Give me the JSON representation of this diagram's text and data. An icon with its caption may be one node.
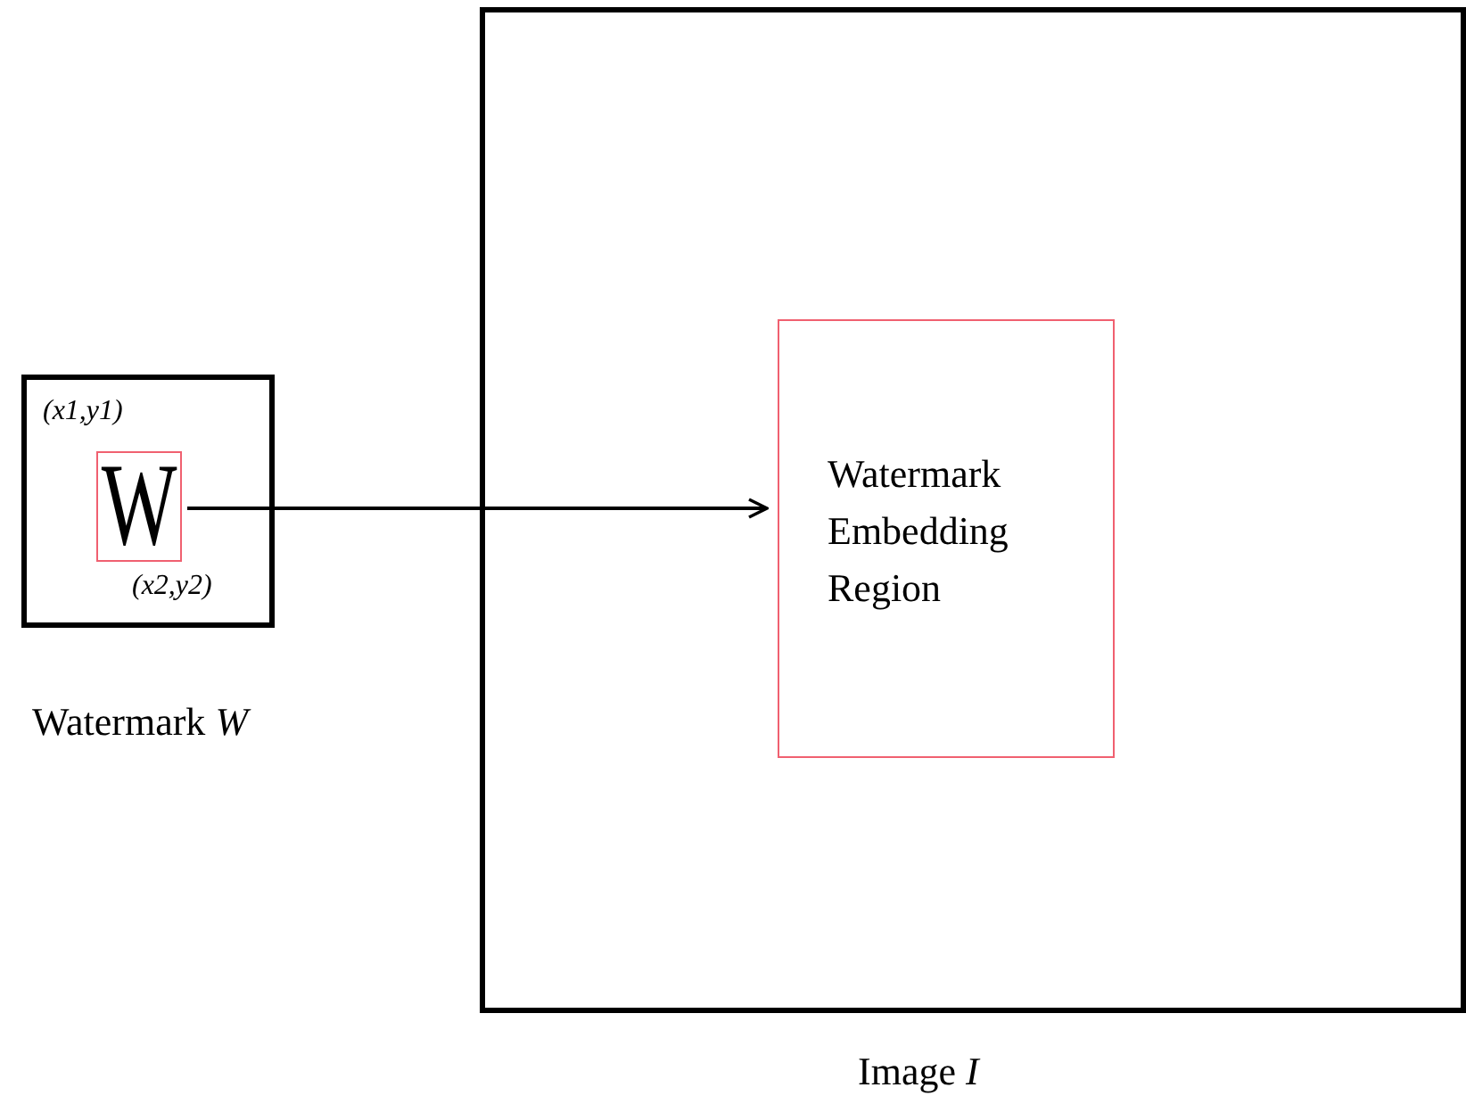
{
  "diagram": {
    "nodes": [
      {
        "text": [
          "Watermark *W*"
        ]
      },
      {
        "text": [
          "W"
        ],
        "in": 0
      },
      {
        "text": [
          "Image *I*"
        ]
      },
      {
        "text": [
          "Watermark Embedding Region"
        ],
        "in": 2
      }
    ],
    "edges": [
      {
        "from": 1,
        "to": 3,
        "arrow": "to"
      }
    ],
    "labels": [
      "(x1,y1)",
      "(x2,y2)"
    ]
  }
}
